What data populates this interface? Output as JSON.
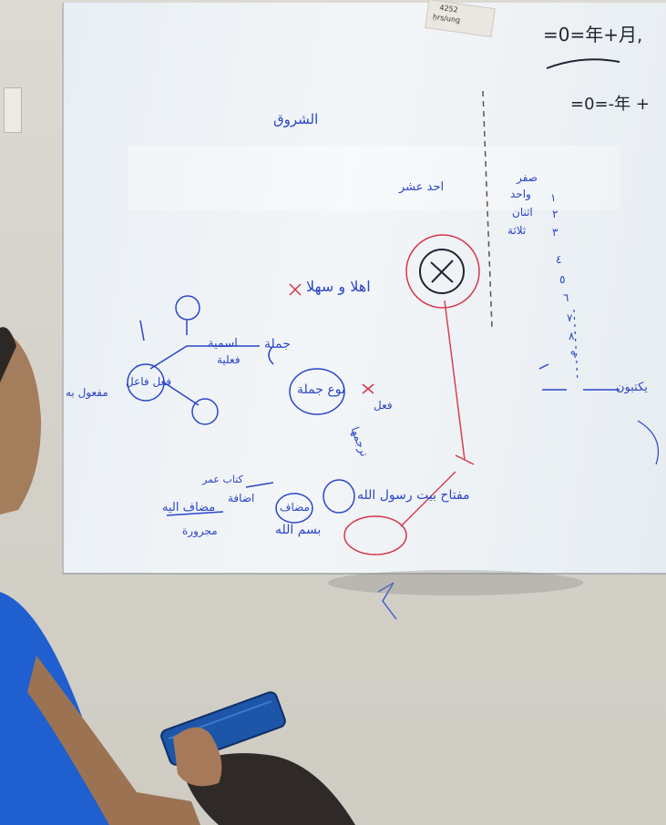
{
  "board": {
    "top_right_line1": "=0=年+月,",
    "top_right_line2": "=0=-年 +",
    "title_word": "الشروق",
    "number_words": [
      "صفر",
      "واحد",
      "اثنان",
      "ثلاثة"
    ],
    "numbers_col": [
      "١",
      "٢",
      "٣",
      "٤",
      "٥",
      "٦",
      "٧",
      "٨",
      "٩"
    ],
    "eleven": "احد عشر",
    "greeting": "اهلا و سهلا",
    "sentence_label": "جملة",
    "nominal": "اسمية",
    "verbal": "فعلية",
    "verb_subject": "فعل فاعل",
    "object": "مفعول به",
    "kind_box": "نوع جملة",
    "fi": "فعل",
    "kind_notes": "ترجمها",
    "key_sentence": "مفتاح بيت رسول الله",
    "basmala": "بسم الله",
    "mudaf": "مضاف",
    "mudaf_ilayh": "مضاف اليه",
    "idafa": "اضافة",
    "kitab": "كتاب عمر",
    "majroor": "مجرورة",
    "right_edge": "يكتبون"
  },
  "sticker_text": [
    "4252",
    "ḥrs/ung"
  ],
  "colors": {
    "blue_marker": "#2b45c8",
    "red_marker": "#d8344a",
    "black_marker": "#1f2430",
    "board": "#eef2f6",
    "wall": "#d6d3cb",
    "shirt": "#1f5fcf",
    "remote": "#1d55a8"
  }
}
